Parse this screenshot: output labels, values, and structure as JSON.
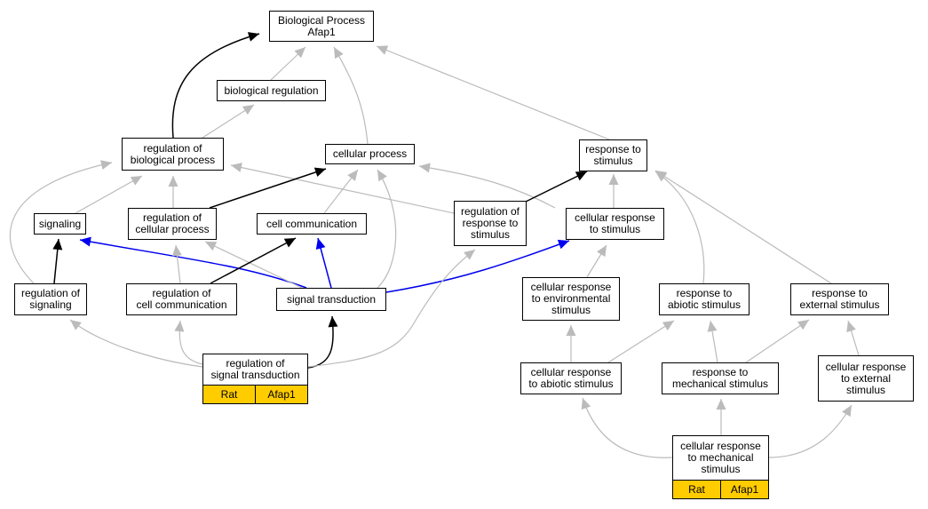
{
  "graph": {
    "colors": {
      "node_border": "#000000",
      "is_a_edge": "#bbbbbb",
      "direct_edge": "#000000",
      "regulates_edge": "#0000ee",
      "annotation_fill": "#ffcc00"
    },
    "nodes": [
      {
        "id": "bp_root",
        "label": "Biological Process\nAfap1"
      },
      {
        "id": "bio_reg",
        "label": "biological regulation"
      },
      {
        "id": "reg_bio_proc",
        "label": "regulation of\nbiological process"
      },
      {
        "id": "cell_proc",
        "label": "cellular process"
      },
      {
        "id": "resp_stim",
        "label": "response to\nstimulus"
      },
      {
        "id": "signaling",
        "label": "signaling"
      },
      {
        "id": "reg_cell_proc",
        "label": "regulation of\ncellular process"
      },
      {
        "id": "cell_comm",
        "label": "cell communication"
      },
      {
        "id": "reg_resp_stim",
        "label": "regulation of\nresponse to\nstimulus"
      },
      {
        "id": "cell_resp_stim",
        "label": "cellular response\nto stimulus"
      },
      {
        "id": "reg_signaling",
        "label": "regulation of\nsignaling"
      },
      {
        "id": "reg_cell_comm",
        "label": "regulation of\ncell communication"
      },
      {
        "id": "sig_trans",
        "label": "signal transduction"
      },
      {
        "id": "cell_resp_env",
        "label": "cellular response\nto environmental\nstimulus"
      },
      {
        "id": "resp_abiotic",
        "label": "response to\nabiotic stimulus"
      },
      {
        "id": "resp_ext",
        "label": "response to\nexternal stimulus"
      },
      {
        "id": "reg_sig_trans",
        "label": "regulation of\nsignal transduction"
      },
      {
        "id": "cell_resp_abiotic",
        "label": "cellular response\nto abiotic stimulus"
      },
      {
        "id": "resp_mech",
        "label": "response to\nmechanical stimulus"
      },
      {
        "id": "cell_resp_ext",
        "label": "cellular response\nto external\nstimulus"
      },
      {
        "id": "cell_resp_mech",
        "label": "cellular response\nto mechanical\nstimulus"
      }
    ],
    "annotations": [
      {
        "node": "reg_sig_trans",
        "species": "Rat",
        "gene": "Afap1"
      },
      {
        "node": "cell_resp_mech",
        "species": "Rat",
        "gene": "Afap1"
      }
    ],
    "edges": [
      {
        "from": "bio_reg",
        "to": "bp_root",
        "type": "is_a"
      },
      {
        "from": "reg_bio_proc",
        "to": "bp_root",
        "type": "direct"
      },
      {
        "from": "cell_proc",
        "to": "bp_root",
        "type": "is_a"
      },
      {
        "from": "resp_stim",
        "to": "bp_root",
        "type": "is_a"
      },
      {
        "from": "reg_bio_proc",
        "to": "bio_reg",
        "type": "is_a"
      },
      {
        "from": "signaling",
        "to": "reg_bio_proc",
        "type": "is_a"
      },
      {
        "from": "reg_cell_proc",
        "to": "reg_bio_proc",
        "type": "is_a"
      },
      {
        "from": "reg_resp_stim",
        "to": "reg_bio_proc",
        "type": "is_a"
      },
      {
        "from": "reg_signaling",
        "to": "reg_bio_proc",
        "type": "is_a"
      },
      {
        "from": "reg_cell_proc",
        "to": "cell_proc",
        "type": "direct"
      },
      {
        "from": "cell_comm",
        "to": "cell_proc",
        "type": "is_a"
      },
      {
        "from": "sig_trans",
        "to": "cell_proc",
        "type": "is_a"
      },
      {
        "from": "cell_resp_stim",
        "to": "cell_proc",
        "type": "is_a"
      },
      {
        "from": "reg_resp_stim",
        "to": "resp_stim",
        "type": "direct"
      },
      {
        "from": "cell_resp_stim",
        "to": "resp_stim",
        "type": "is_a"
      },
      {
        "from": "resp_abiotic",
        "to": "resp_stim",
        "type": "is_a"
      },
      {
        "from": "resp_ext",
        "to": "resp_stim",
        "type": "is_a"
      },
      {
        "from": "reg_signaling",
        "to": "signaling",
        "type": "direct"
      },
      {
        "from": "sig_trans",
        "to": "signaling",
        "type": "regulates"
      },
      {
        "from": "sig_trans",
        "to": "reg_cell_proc",
        "type": "is_a"
      },
      {
        "from": "reg_cell_comm",
        "to": "reg_cell_proc",
        "type": "is_a"
      },
      {
        "from": "reg_cell_comm",
        "to": "cell_comm",
        "type": "direct"
      },
      {
        "from": "sig_trans",
        "to": "cell_comm",
        "type": "regulates"
      },
      {
        "from": "sig_trans",
        "to": "cell_resp_stim",
        "type": "regulates"
      },
      {
        "from": "cell_resp_env",
        "to": "cell_resp_stim",
        "type": "is_a"
      },
      {
        "from": "reg_sig_trans",
        "to": "reg_signaling",
        "type": "is_a"
      },
      {
        "from": "reg_sig_trans",
        "to": "reg_cell_comm",
        "type": "is_a"
      },
      {
        "from": "reg_sig_trans",
        "to": "sig_trans",
        "type": "direct"
      },
      {
        "from": "reg_sig_trans",
        "to": "reg_resp_stim",
        "type": "is_a"
      },
      {
        "from": "cell_resp_abiotic",
        "to": "cell_resp_env",
        "type": "is_a"
      },
      {
        "from": "cell_resp_abiotic",
        "to": "resp_abiotic",
        "type": "is_a"
      },
      {
        "from": "resp_mech",
        "to": "resp_abiotic",
        "type": "is_a"
      },
      {
        "from": "resp_mech",
        "to": "resp_ext",
        "type": "is_a"
      },
      {
        "from": "cell_resp_ext",
        "to": "resp_ext",
        "type": "is_a"
      },
      {
        "from": "cell_resp_mech",
        "to": "cell_resp_abiotic",
        "type": "is_a"
      },
      {
        "from": "cell_resp_mech",
        "to": "resp_mech",
        "type": "is_a"
      },
      {
        "from": "cell_resp_mech",
        "to": "cell_resp_ext",
        "type": "is_a"
      }
    ]
  }
}
